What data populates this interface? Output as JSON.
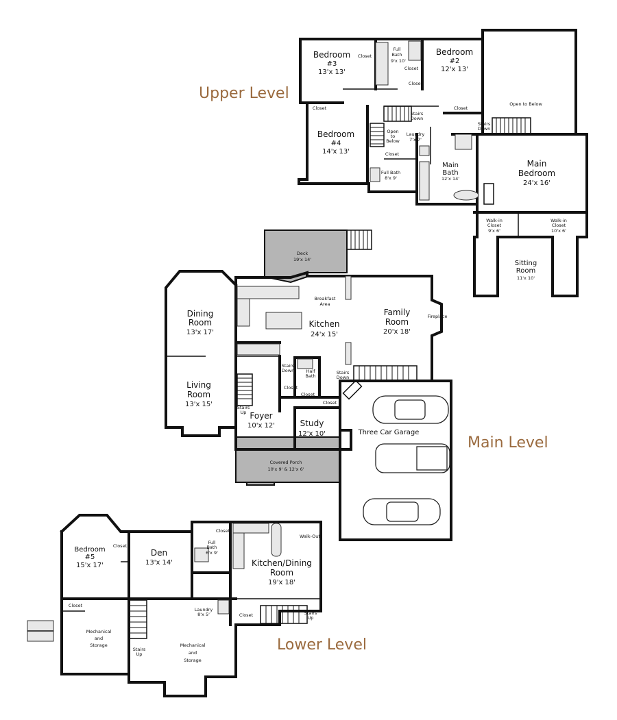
{
  "levels": {
    "upper": "Upper Level",
    "main": "Main Level",
    "lower": "Lower Level"
  },
  "upper_rooms": {
    "bedroom3": {
      "name": "Bedroom",
      "num": "#3",
      "size": "13'x 13'"
    },
    "bedroom2": {
      "name": "Bedroom",
      "num": "#2",
      "size": "12'x 13'"
    },
    "bedroom4": {
      "name": "Bedroom",
      "num": "#4",
      "size": "14'x 13'"
    },
    "full_bath_top": {
      "line1": "Full",
      "line2": "Bath",
      "size": "9'x 10'"
    },
    "closet_a": "Closet",
    "closet_b": "Closet",
    "closet_c": "Closet",
    "closet_d": "Closet",
    "closet_e": "Closet",
    "closet_f": "Closet",
    "stairs_down_a": {
      "line1": "Stairs",
      "line2": "Down"
    },
    "open_to_below_small": {
      "line1": "Open",
      "line2": "to",
      "line3": "Below"
    },
    "laundry": {
      "name": "Laundry",
      "size": "7'x 7'"
    },
    "full_bath_small": {
      "name": "Full Bath",
      "size": "8'x 9'"
    },
    "main_bath": {
      "line1": "Main",
      "line2": "Bath",
      "size": "12'x 14'"
    },
    "open_to_below": "Open to Below",
    "stairs_down_b": {
      "line1": "Stairs",
      "line2": "Down"
    },
    "main_bedroom": {
      "line1": "Main",
      "line2": "Bedroom",
      "size": "24'x 16'"
    },
    "walkin1": {
      "line1": "Walk-in",
      "line2": "Closet",
      "size": "9'x 6'"
    },
    "walkin2": {
      "line1": "Walk-in",
      "line2": "Closet",
      "size": "10'x 6'"
    },
    "sitting": {
      "line1": "Sitting",
      "line2": "Room",
      "size": "11'x 10'"
    }
  },
  "main_rooms": {
    "deck": {
      "name": "Deck",
      "size": "19'x 14'"
    },
    "breakfast": {
      "line1": "Breakfast",
      "line2": "Area"
    },
    "dining": {
      "line1": "Dining",
      "line2": "Room",
      "size": "13'x 17'"
    },
    "kitchen": {
      "name": "Kitchen",
      "size": "24'x 15'"
    },
    "family": {
      "line1": "Family",
      "line2": "Room",
      "size": "20'x 18'"
    },
    "fireplace": "Fireplace",
    "living": {
      "line1": "Living",
      "line2": "Room",
      "size": "13'x 15'"
    },
    "stairs_down_a": {
      "line1": "Stairs",
      "line2": "Down"
    },
    "stairs_down_b": {
      "line1": "Stairs",
      "line2": "Down"
    },
    "half_bath": {
      "line1": "Half",
      "line2": "Bath"
    },
    "closet_a": "Closet",
    "closet_b": "Closet",
    "closet_c": "Closet",
    "stairs_up": {
      "line1": "Stairs",
      "line2": "Up"
    },
    "foyer": {
      "name": "Foyer",
      "size": "10'x 12'"
    },
    "study": {
      "name": "Study",
      "size": "12'x 10'"
    },
    "garage": "Three Car Garage",
    "porch": {
      "name": "Covered Porch",
      "size": "10'x 9' & 12'x 6'"
    }
  },
  "lower_rooms": {
    "bedroom5": {
      "name": "Bedroom",
      "num": "#5",
      "size": "15'x 17'"
    },
    "closet_a": "Closet",
    "closet_b": "Closet",
    "closet_c": "Closet",
    "closet_d": "Closet",
    "den": {
      "name": "Den",
      "size": "13'x 14'"
    },
    "full_bath": {
      "line1": "Full",
      "line2": "Bath",
      "size": "6'x 9'"
    },
    "walkout": "Walk-Out",
    "kitchen_dining": {
      "line1": "Kitchen/Dining",
      "line2": "Room",
      "size": "19'x 18'"
    },
    "laundry": {
      "name": "Laundry",
      "size": "8'x 5'"
    },
    "stairs_up_a": {
      "line1": "Stairs",
      "line2": "Up"
    },
    "stairs_up_b": {
      "line1": "Stairs",
      "line2": "Up"
    },
    "mech1": {
      "line1": "Mechanical",
      "line2": "and",
      "line3": "Storage"
    },
    "mech2": {
      "line1": "Mechanical",
      "line2": "and",
      "line3": "Storage"
    }
  }
}
